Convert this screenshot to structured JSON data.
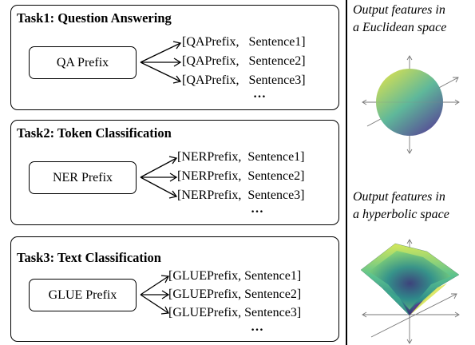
{
  "tasks": [
    {
      "title": "Task1: Question Answering",
      "prefix": "QA Prefix",
      "sentences": [
        "[QAPrefix,   Sentence1]",
        "[QAPrefix,   Sentence2]",
        "[QAPrefix,   Sentence3]"
      ],
      "ellipsis": "…"
    },
    {
      "title": "Task2: Token Classification",
      "prefix": "NER Prefix",
      "sentences": [
        "[NERPrefix,  Sentence1]",
        "[NERPrefix,  Sentence2]",
        "[NERPrefix,  Sentence3]"
      ],
      "ellipsis": "…"
    },
    {
      "title": "Task3: Text Classification",
      "prefix": "GLUE Prefix",
      "sentences": [
        "[GLUEPrefix, Sentence1]",
        "[GLUEPrefix, Sentence2]",
        "[GLUEPrefix, Sentence3]"
      ],
      "ellipsis": "…"
    }
  ],
  "side": {
    "euclidean_caption_line1": "Output features in",
    "euclidean_caption_line2": "a Euclidean space",
    "hyperbolic_caption_line1": "Output features in",
    "hyperbolic_caption_line2": "a hyperbolic space"
  },
  "colors": {
    "sphere_top": "#c9dc5a",
    "sphere_mid": "#5fb59a",
    "sphere_bottom": "#5a4f9a",
    "surface_light": "#d8e85a",
    "surface_mid": "#4fb59a",
    "surface_dark": "#3a2a6a"
  }
}
